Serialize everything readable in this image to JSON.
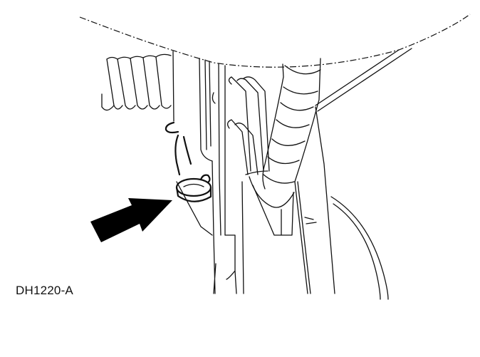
{
  "figure": {
    "label": "DH1220-A",
    "callout": {
      "type": "arrow",
      "direction": "up-right",
      "points_to": "connector-cap"
    },
    "colors": {
      "background": "#ffffff",
      "ink": "#111111"
    }
  }
}
